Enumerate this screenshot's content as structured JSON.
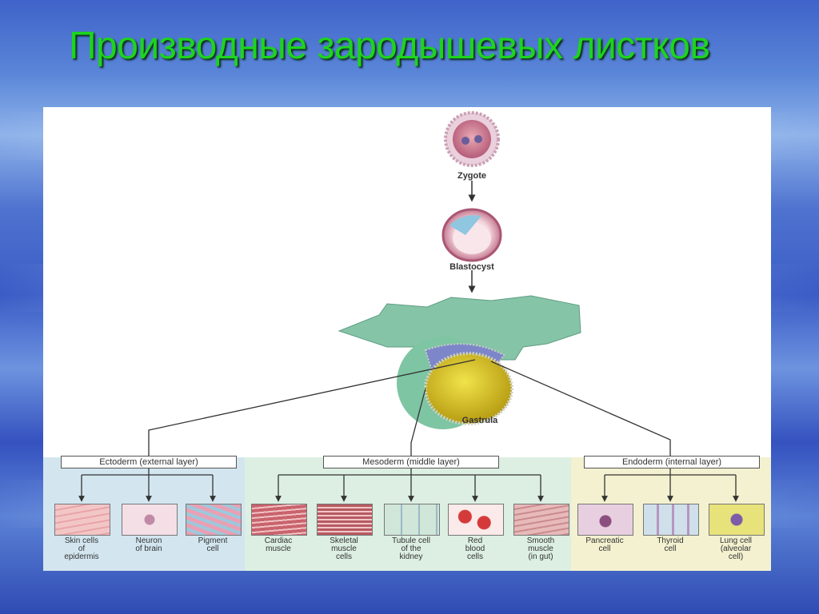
{
  "title": "Производные зародышевых листков",
  "diagram": {
    "stages": {
      "zygote": "Zygote",
      "blastocyst": "Blastocyst",
      "gastrula": "Gastrula"
    },
    "layers": {
      "ectoderm": "Ectoderm (external layer)",
      "mesoderm": "Mesoderm (middle layer)",
      "endoderm": "Endoderm (internal layer)"
    },
    "cells": [
      {
        "label": "Skin cells\nof\nepidermis",
        "layer": "ectoderm"
      },
      {
        "label": "Neuron\nof brain",
        "layer": "ectoderm"
      },
      {
        "label": "Pigment\ncell",
        "layer": "ectoderm"
      },
      {
        "label": "Cardiac\nmuscle",
        "layer": "mesoderm"
      },
      {
        "label": "Skeletal\nmuscle\ncells",
        "layer": "mesoderm"
      },
      {
        "label": "Tubule cell\nof the\nkidney",
        "layer": "mesoderm"
      },
      {
        "label": "Red\nblood\ncells",
        "layer": "mesoderm"
      },
      {
        "label": "Smooth\nmuscle\n(in gut)",
        "layer": "mesoderm"
      },
      {
        "label": "Pancreatic\ncell",
        "layer": "endoderm"
      },
      {
        "label": "Thyroid\ncell",
        "layer": "endoderm"
      },
      {
        "label": "Lung cell\n(alveolar\ncell)",
        "layer": "endoderm"
      }
    ]
  },
  "colors": {
    "title": "#1dd41d",
    "ectoderm_band": "#d3e6f0",
    "mesoderm_band": "#dcefe2",
    "endoderm_band": "#f3f1cf"
  }
}
